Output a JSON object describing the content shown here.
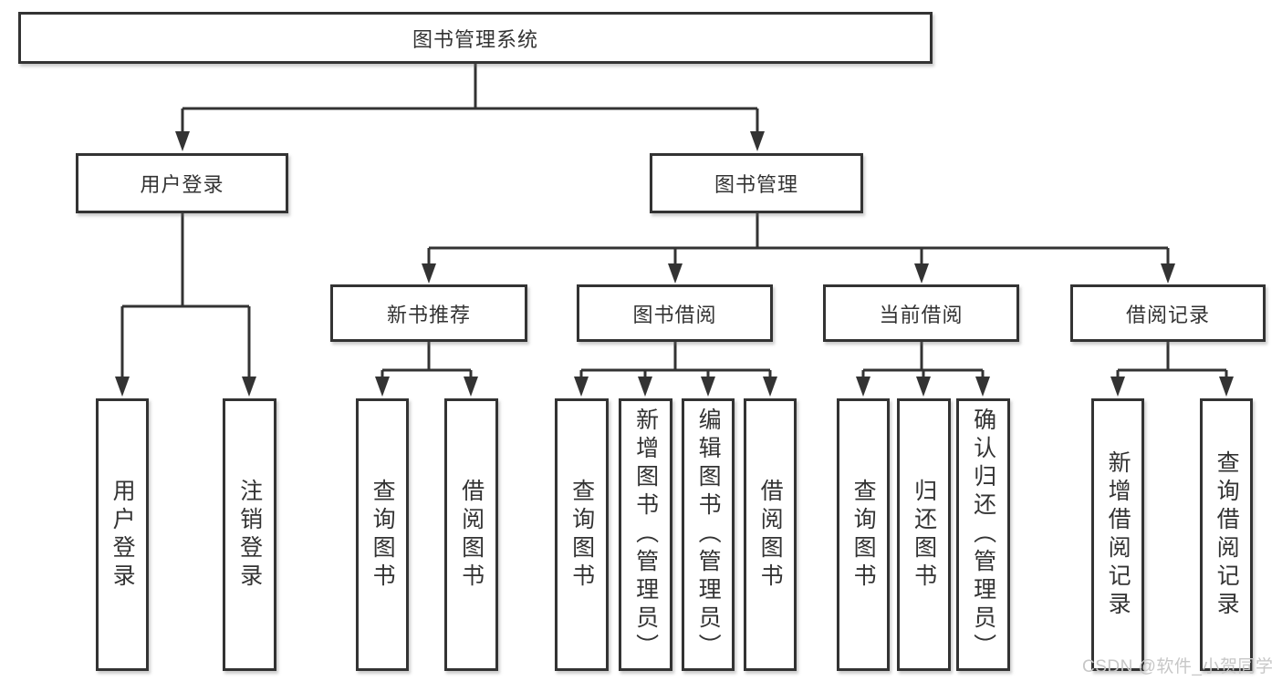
{
  "root": {
    "label": "图书管理系统"
  },
  "tree": {
    "user_login": {
      "label": "用户登录",
      "leaves": [
        "用户登录",
        "注销登录"
      ]
    },
    "book_management": {
      "label": "图书管理",
      "children": {
        "new_book_recommend": {
          "label": "新书推荐",
          "leaves": [
            "查询图书",
            "借阅图书"
          ]
        },
        "book_borrow": {
          "label": "图书借阅",
          "leaves": [
            "查询图书",
            "新增图书（管理员）",
            "编辑图书（管理员）",
            "借阅图书"
          ]
        },
        "current_borrow": {
          "label": "当前借阅",
          "leaves": [
            "查询图书",
            "归还图书",
            "确认归还（管理员）"
          ]
        },
        "borrow_records": {
          "label": "借阅记录",
          "leaves": [
            "新增借阅记录",
            "查询借阅记录"
          ]
        }
      }
    }
  },
  "watermark": "CSDN @软件_小贺同学",
  "colors": {
    "line": "#333333",
    "text": "#333333",
    "box_background": "#ffffff",
    "page_background": "#ffffff",
    "watermark": "#c7c7c7"
  }
}
